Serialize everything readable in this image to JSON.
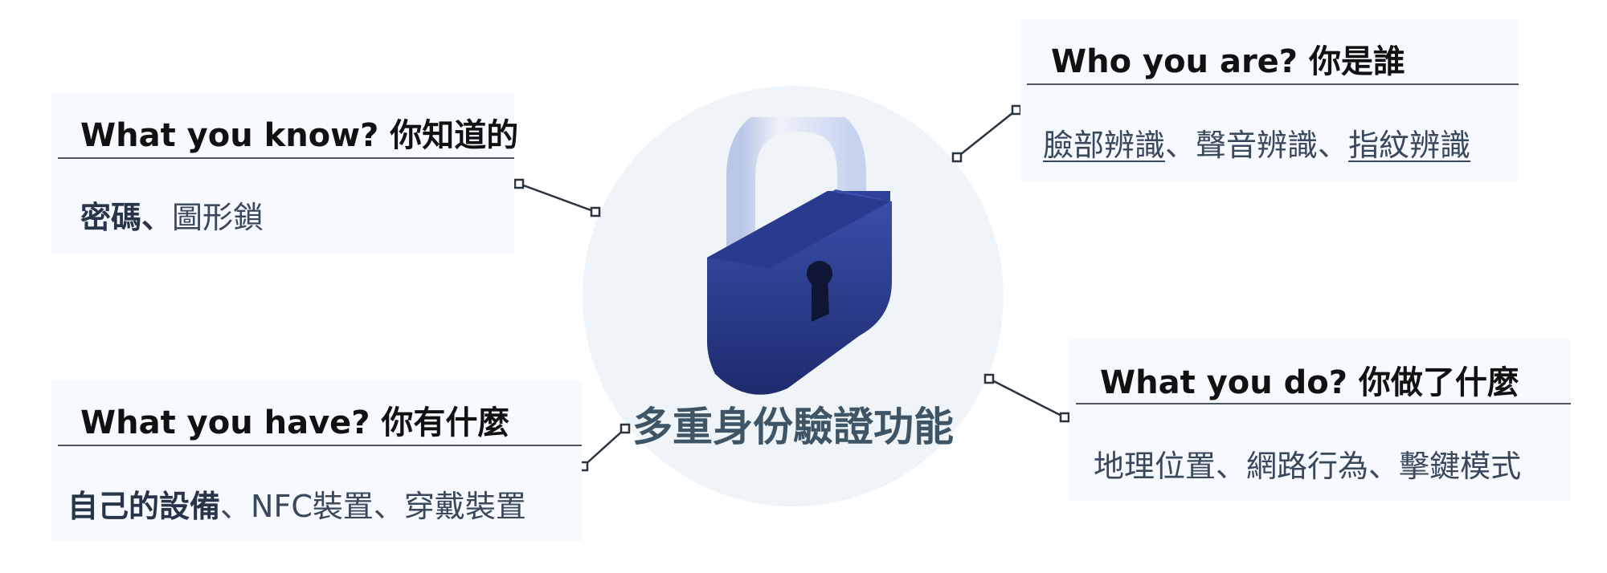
{
  "center": {
    "title": "多重身份驗證功能",
    "icon": "padlock-icon"
  },
  "cards": {
    "know": {
      "title": "What you know? 你知道的",
      "items": [
        "密碼",
        "圖形鎖"
      ],
      "separator": "、"
    },
    "have": {
      "title": "What you have? 你有什麼",
      "items": [
        "自己的設備",
        "NFC裝置",
        "穿戴裝置"
      ],
      "separator": "、"
    },
    "are": {
      "title": "Who you are? 你是誰",
      "items": [
        "臉部辨識",
        "聲音辨識",
        "指紋辨識"
      ],
      "separator": "、"
    },
    "do": {
      "title": "What you do? 你做了什麼",
      "items": [
        "地理位置",
        "網路行為",
        "擊鍵模式"
      ],
      "separator": "、"
    }
  },
  "colors": {
    "lock_body": "#2e4196",
    "lock_shackle": "#cfd9f0",
    "circle_bg": "#eef4f7",
    "card_bg": "#f6f9fd"
  }
}
